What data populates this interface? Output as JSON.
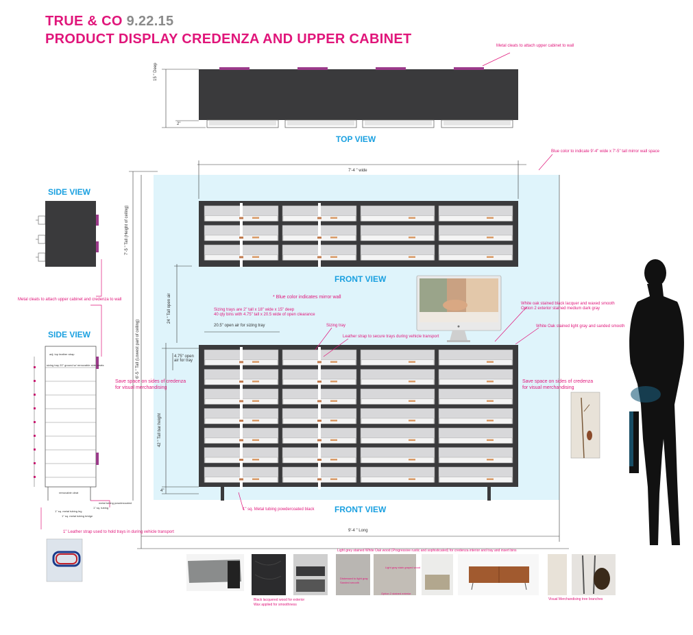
{
  "title": {
    "company": "TRUE & CO",
    "date": "9.22.15",
    "subtitle": "PRODUCT DISPLAY CREDENZA AND UPPER CABINET"
  },
  "views": {
    "top": "TOP VIEW",
    "side_upper": "SIDE VIEW",
    "side_lower": "SIDE VIEW",
    "front_upper": "FRONT VIEW",
    "front_lower": "FRONT VIEW"
  },
  "dimensions": {
    "top_depth": "15 \" Deep",
    "top_offset": "2\"",
    "mirror_width": "7'-4 \" wide",
    "total_height": "7'-5 \" Tall (Height of ceiling)",
    "lower_height": "6'-5 \" Tall (Lowest part of ceiling)",
    "open_air_24": "24 \" Tall open air",
    "sizing_open_air": "20.5\" open air for sizing tray",
    "tray_open_air": "4.75\" open air for tray",
    "cred_height": "42 \" Tall bar height",
    "leg_height": "4\"",
    "total_length": "9'-4 \" Long"
  },
  "notes": {
    "metal_cleats_upper": "Metal cleats to attach upper cabinet to wall",
    "blue_color_wall": "Blue color to indicate 9'-4\" wide x 7'-5\" tall mirror wall space",
    "metal_cleats_both": "Metal cleats to attach upper cabinet and credenza to wall",
    "blue_mirror": "* Blue color indicates mirror wall",
    "sizing_trays_1": "Sizing trays are 2\" tall x 18\" wide x 15\" deep",
    "sizing_trays_2": "40 qty bins with 4.75\" tall x 20.5 wide of open clearance",
    "sizing_tray": "Sizing tray",
    "leather_strap": "Leather strap to secure trays during vehicle transport",
    "white_oak_1": "White oak stained black lacquer and waxed smooth",
    "white_oak_2": "Option 2 exterior stained medium dark gray",
    "white_oak_light": "White Oak stained light gray and sanded smooth",
    "save_space_left_1": "Save space on sides of credenza",
    "save_space_left_2": "for visual merchandising",
    "save_space_right_1": "Save space on sides of credenza",
    "save_space_right_2": "for visual merchandising",
    "legs": "1\" sq. Metal tubing powdercoated black",
    "leather_strap_trays": "1\" Leather strap used to hold trays in during vehicle transport",
    "side_tray_top": "adj. top leather strap",
    "side_tray_2": "sizing tray 20\" ground w/ removable side cleats",
    "side_note_a": "removable cleat",
    "side_note_b": "metal tubing powdercoated",
    "side_note_c": "1\" sq. tubing",
    "side_note_d": "1\" sq. metal tubing leg",
    "side_note_e": "1\" sq. metal tubing bridge",
    "light_gray_oak": "Light grey stained White Oak wood (Progressive rustic and sophisticated) for credenza interior and tray and insert bins",
    "black_lacquered": "Black lacquered wood for exterior",
    "wax_applied": "Wax applied for smoothness",
    "distress_1": "Distressed to light gray",
    "distress_2": "Sanded smooth",
    "option2": "Option 2 stained exterior",
    "light_stain": "Light gray stain grayed wood",
    "visual_merch": "Visual Merchandising tree branches"
  },
  "colors": {
    "accent": "#e0157a",
    "view_label": "#1aa0e0",
    "mirror": "#dff4fb",
    "cabinet": "#3a3a3c",
    "tray": "#d8d8da"
  }
}
